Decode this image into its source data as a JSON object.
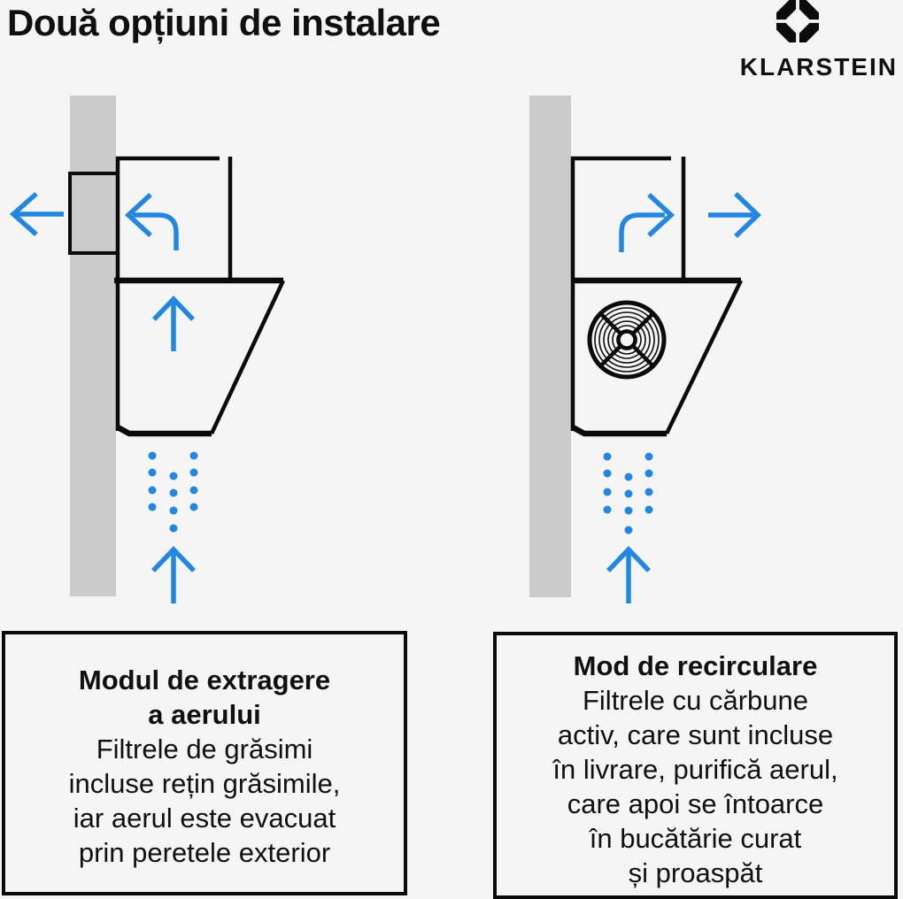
{
  "page": {
    "title": "Două opțiuni de instalare"
  },
  "brand": {
    "name": "KLARSTEIN",
    "logo_icon": "klarstein-octagon-diamond-icon"
  },
  "colors": {
    "page_bg": "#f5f5f6",
    "accent_blue": "#2287e2",
    "wall_gray": "#cbcbcb",
    "line_black": "#0b0b0b",
    "text_color": "#101010"
  },
  "diagrams": {
    "left": {
      "name": "extraction-mode-diagram",
      "icons": [
        "wall",
        "wall-duct",
        "hood-outline",
        "exhaust-left-arrow-icon",
        "curved-left-arrow-icon",
        "up-arrow-icon",
        "airflow-dots-icon",
        "intake-up-arrow-icon"
      ]
    },
    "right": {
      "name": "recirculation-mode-diagram",
      "icons": [
        "wall",
        "hood-outline",
        "fan-icon",
        "curved-right-arrow-icon",
        "exhaust-right-arrow-icon",
        "airflow-dots-icon",
        "intake-up-arrow-icon"
      ]
    }
  },
  "boxes": {
    "left": {
      "title_lines": [
        "Modul de extragere",
        "a aerului"
      ],
      "body_lines": [
        "Filtrele de grăsimi",
        "incluse rețin grăsimile,",
        "iar aerul este evacuat",
        "prin peretele exterior"
      ]
    },
    "right": {
      "title_lines": [
        "Mod de recirculare"
      ],
      "body_lines": [
        "Filtrele cu cărbune",
        "activ, care sunt incluse",
        "în livrare, purifică aerul,",
        "care apoi se întoarce",
        "în bucătărie curat",
        "și proaspăt"
      ]
    }
  }
}
